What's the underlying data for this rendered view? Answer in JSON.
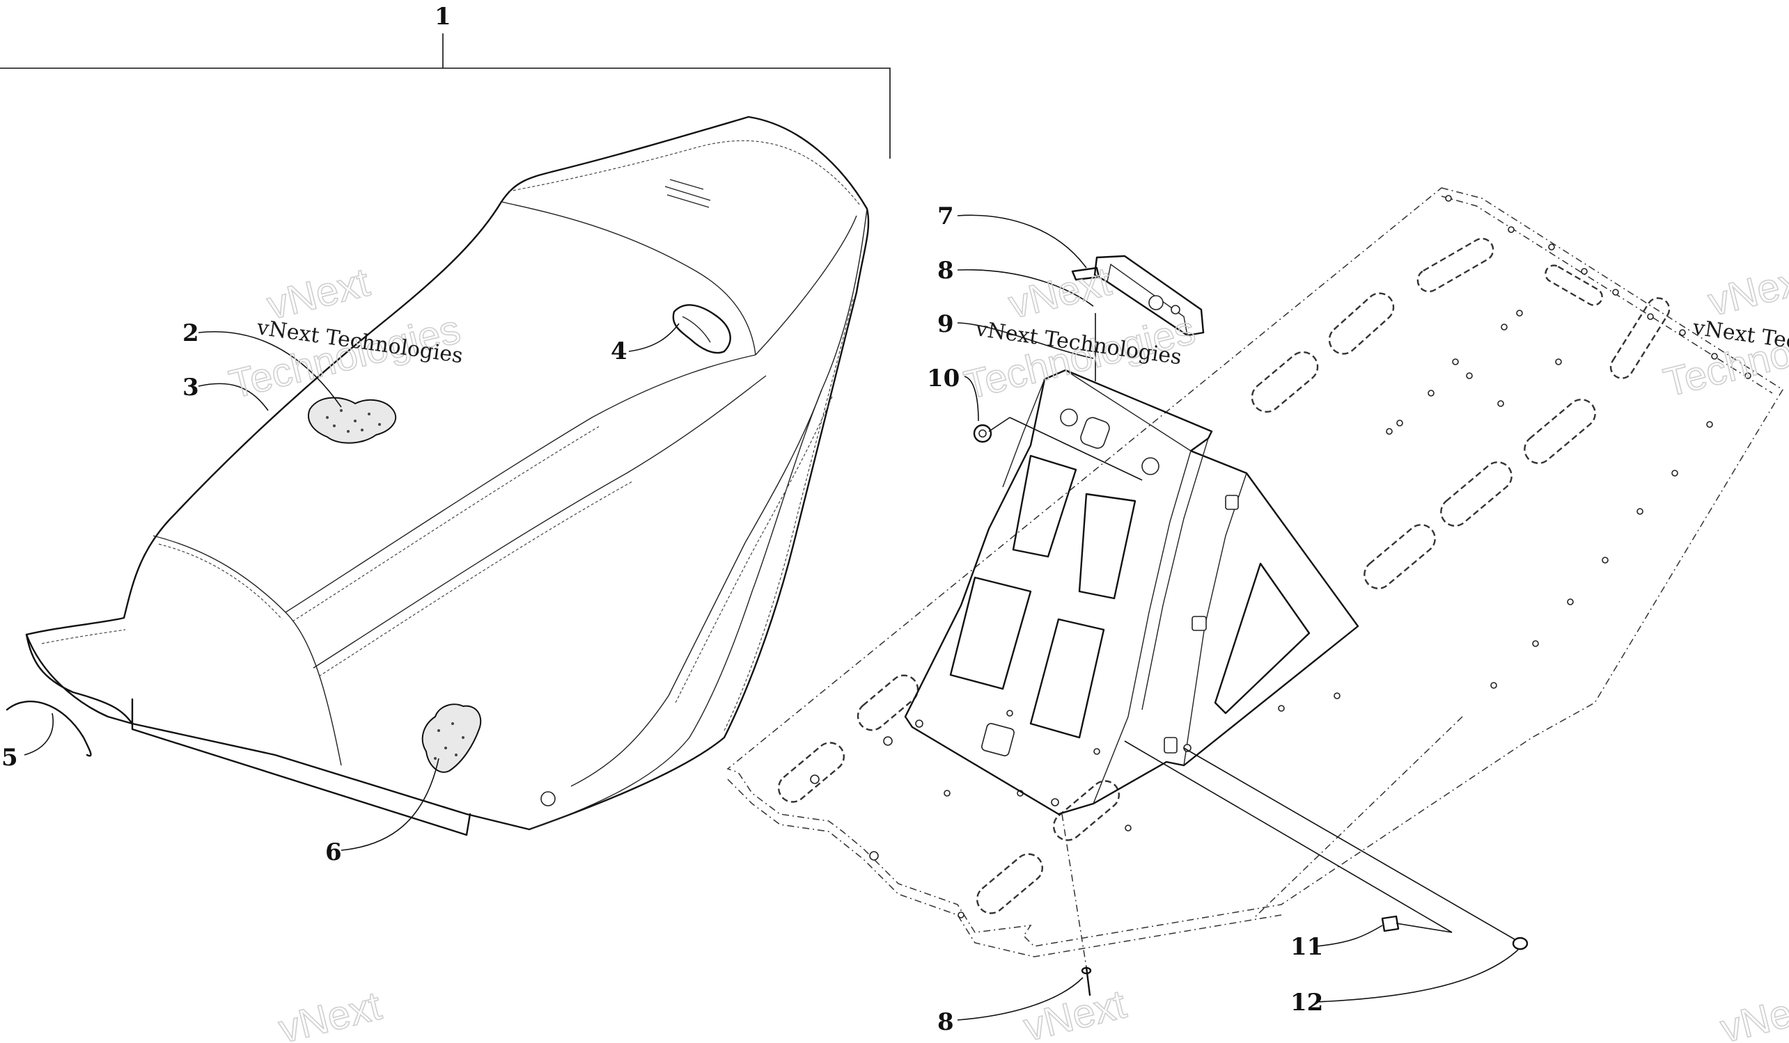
{
  "callouts": {
    "c1": "1",
    "c2": "2",
    "c3": "3",
    "c4": "4",
    "c5": "5",
    "c6": "6",
    "c7": "7",
    "c8_top": "8",
    "c9": "9",
    "c10": "10",
    "c11": "11",
    "c12": "12",
    "c8_bottom": "8"
  },
  "watermarks": {
    "text_small": "vNext Technologies",
    "text_big_1": "vNext",
    "text_big_2": "Technologies"
  },
  "colors": {
    "line": "#111111",
    "background": "#ffffff",
    "watermark_outline": "#cfcfcf"
  }
}
